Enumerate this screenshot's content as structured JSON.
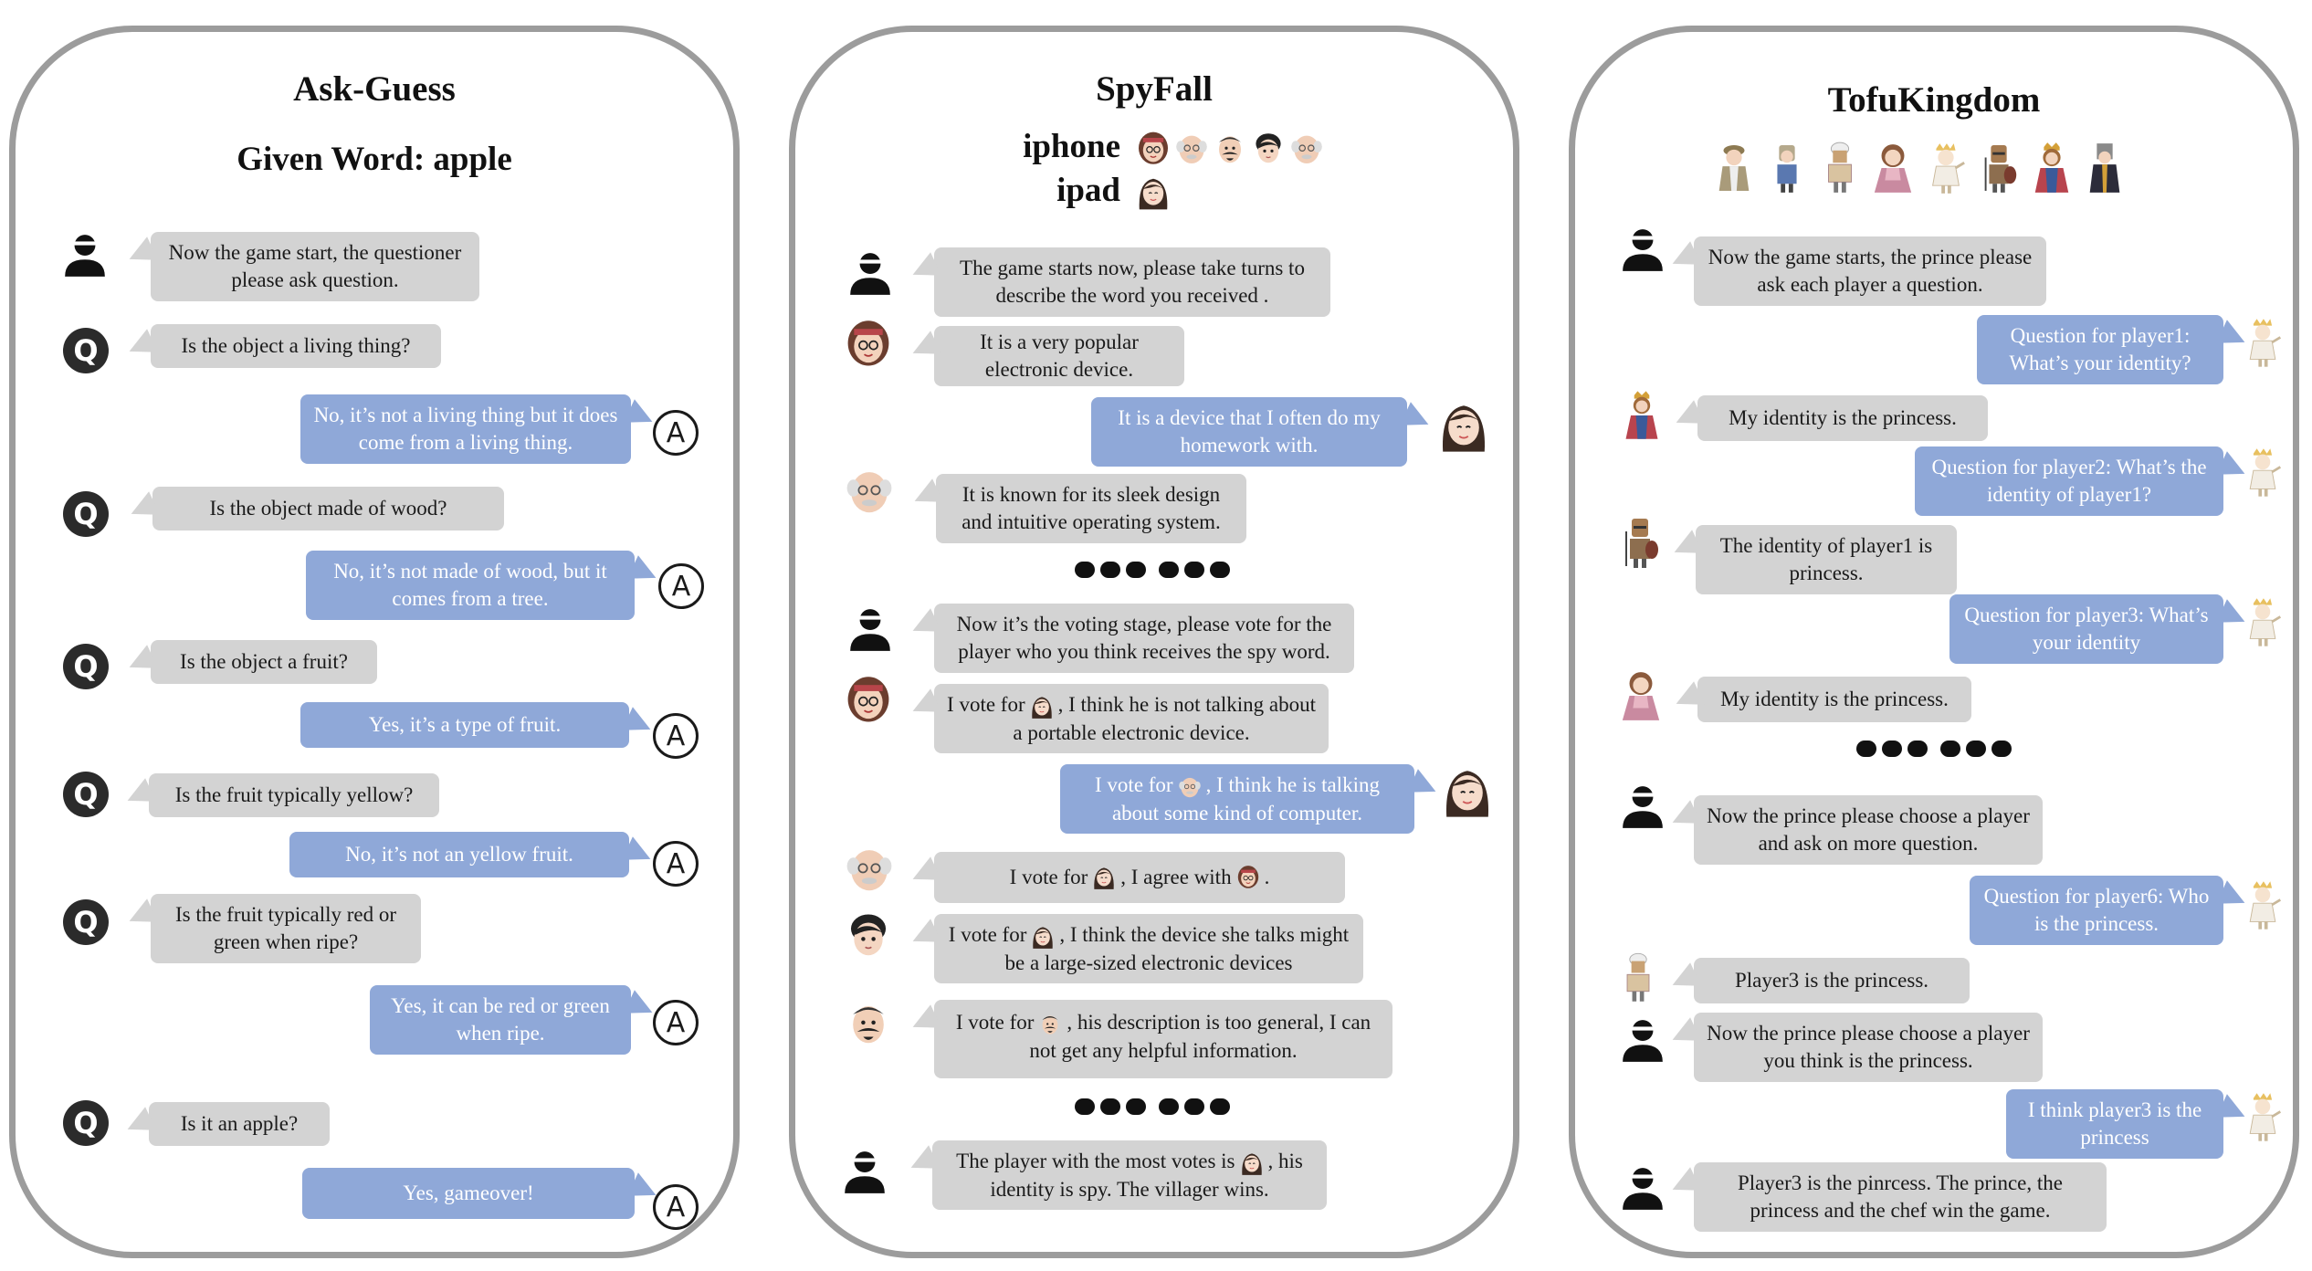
{
  "askguess": {
    "title": "Ask-Guess",
    "given_word": "Given Word: apple",
    "messages": [
      "Now the game start, the questioner please ask question.",
      "Is the object a living thing?",
      "No, it’s not a living thing but it does come from a living thing.",
      "Is the object made of wood?",
      "No, it’s not made of wood, but it comes from a tree.",
      "Is the object a fruit?",
      "Yes, it’s a type of fruit.",
      "Is the fruit typically yellow?",
      "No, it’s not an yellow fruit.",
      "Is the fruit typically red or green when ripe?",
      "Yes, it can be red or green when ripe.",
      "Is it an apple?",
      "Yes, gameover!"
    ],
    "q_label": "Q",
    "a_label": "A"
  },
  "spyfall": {
    "title": "SpyFall",
    "word_villager": "iphone",
    "word_spy": "ipad",
    "messages": {
      "m1": "The game starts now, please take turns to describe the word you received .",
      "m2": "It is a very popular electronic device.",
      "m3": "It is a device that I often do my homework with.",
      "m4": "It is known for its sleek design and intuitive operating system.",
      "m5": "Now it’s the voting stage, please vote for the player who you think receives the spy word.",
      "m6a": "I vote for",
      "m6b": ", I think he is not talking about a portable electronic device.",
      "m7a": "I vote for",
      "m7b": ", I think he is talking about some kind of computer.",
      "m8a": "I vote for",
      "m8b": ", I agree with",
      "m8c": ".",
      "m9a": "I vote for",
      "m9b": ", I think the device she talks might be a large-sized electronic devices",
      "m10a": "I vote for",
      "m10b": ", his description is too general, I can not get any helpful information.",
      "m11a": "The player with the most votes is",
      "m11b": ", his identity is spy. The villager wins."
    }
  },
  "tofu": {
    "title": "TofuKingdom",
    "messages": [
      "Now the game starts, the prince please ask each player a question.",
      "Question for player1: What’s your identity?",
      "My identity is the princess.",
      "Question for player2: What’s the identity of player1?",
      "The identity of player1 is princess.",
      "Question for player3: What’s your identity",
      "My identity is the princess.",
      "Now the prince please choose a player and ask on more question.",
      "Question for player6: Who is the princess.",
      "Player3 is the princess.",
      "Now the prince please choose a player you think is the princess.",
      "I think player3 is the princess",
      "Player3 is the pinrcess. The prince, the princess and the chef win the game."
    ]
  },
  "colors": {
    "gray_bubble": "#d3d3d3",
    "blue_bubble": "#8fa8d8",
    "panel_border": "#9c9c9c"
  }
}
